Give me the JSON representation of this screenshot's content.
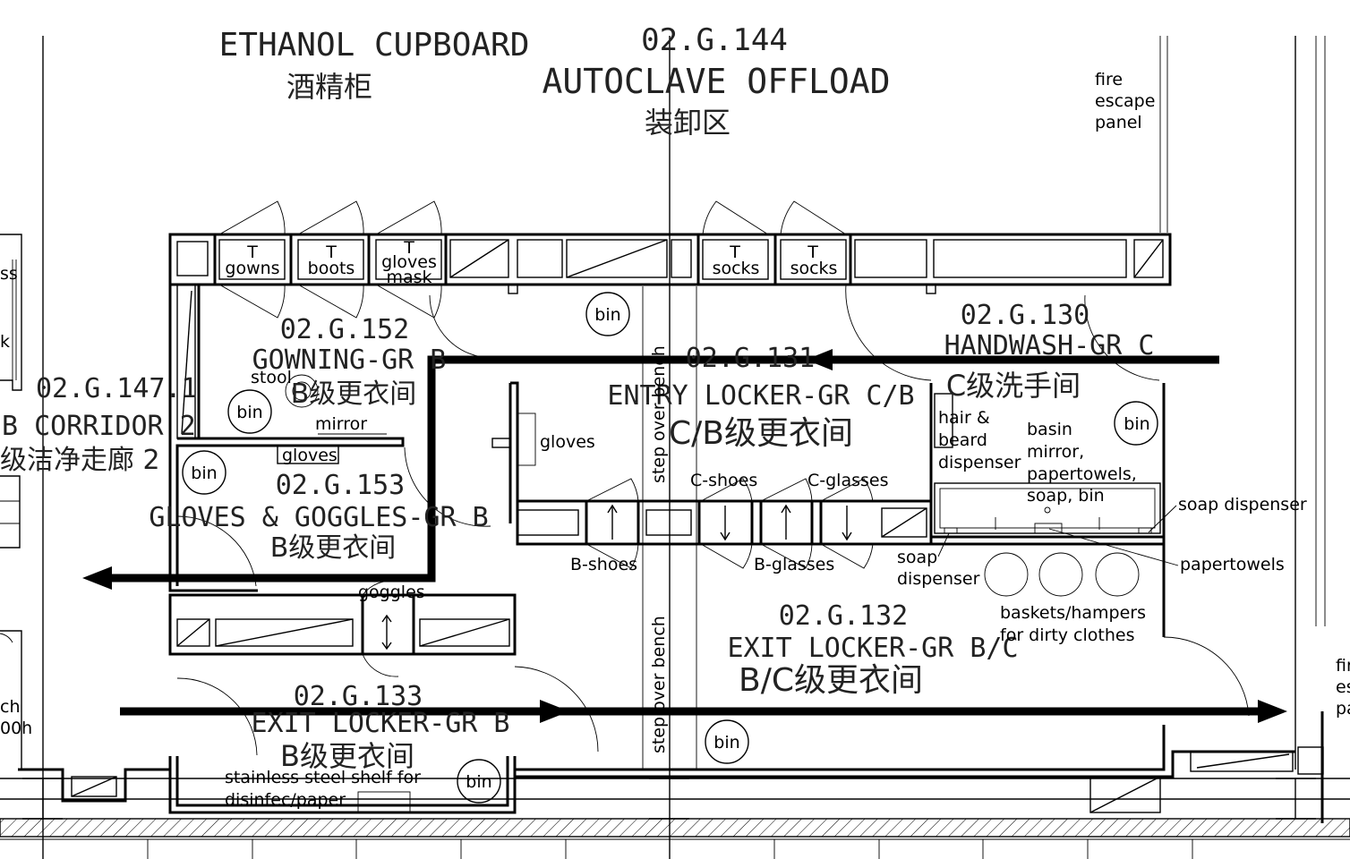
{
  "rooms": {
    "ethanol": {
      "name": "ETHANOL CUPBOARD",
      "cn": "酒精柜"
    },
    "autoclave": {
      "code": "02.G.144",
      "name": "AUTOCLAVE OFFLOAD",
      "cn": "装卸区"
    },
    "gowning": {
      "code": "02.G.152",
      "name": "GOWNING-GR B",
      "cn": "B级更衣间"
    },
    "corridor": {
      "code": "02.G.147.1",
      "name": "B CORRIDOR 2",
      "cn": "级洁净走廊 2"
    },
    "gloves_goggles": {
      "code": "02.G.153",
      "name": "GLOVES & GOGGLES-GR B",
      "cn": "B级更衣间"
    },
    "entry_locker": {
      "code": "02.G.131",
      "name": "ENTRY LOCKER-GR C/B",
      "cn": "C/B级更衣间"
    },
    "handwash": {
      "code": "02.G.130",
      "name": "HANDWASH-GR C",
      "cn": "C级洗手间"
    },
    "exit_locker_bc": {
      "code": "02.G.132",
      "name": "EXIT LOCKER-GR B/C",
      "cn": "B/C级更衣间"
    },
    "exit_locker_b": {
      "code": "02.G.133",
      "name": "EXIT LOCKER-GR B",
      "cn": "B级更衣间"
    }
  },
  "labels": {
    "fire_panel": [
      "fire",
      "escape",
      "panel"
    ],
    "fire_panel_right": [
      "fir",
      "es",
      "pa"
    ],
    "partial_left": [
      "ss",
      "k",
      "ch",
      "00h"
    ],
    "cabinets": {
      "gowns": "gowns",
      "boots": "boots",
      "gloves_mask_1": "gloves",
      "gloves_mask_2": "mask",
      "socks_1": "socks",
      "socks_2": "socks",
      "marker": "T"
    },
    "bin": "bin",
    "stool": "stool",
    "mirror": "mirror",
    "gloves_shelf": "gloves",
    "gloves_wall": "gloves",
    "step_bench_top": "step over bench",
    "step_bench_bottom": "step over bench",
    "c_shoes": "C-shoes",
    "c_glasses": "C-glasses",
    "b_shoes": "B-shoes",
    "b_glasses": "B-glasses",
    "goggles": "goggles",
    "hair_dispenser": [
      "hair &",
      "beard",
      "dispenser"
    ],
    "basin": [
      "basin",
      "mirror,",
      "papertowels,",
      "soap, bin"
    ],
    "soap_dispenser_right": "soap dispenser",
    "soap_dispenser_left": [
      "soap",
      "dispenser"
    ],
    "papertowels": "papertowels",
    "baskets": [
      "baskets/hampers",
      "for dirty clothes"
    ],
    "shelf": [
      "stainless steel shelf for",
      "disinfec/paper"
    ]
  }
}
